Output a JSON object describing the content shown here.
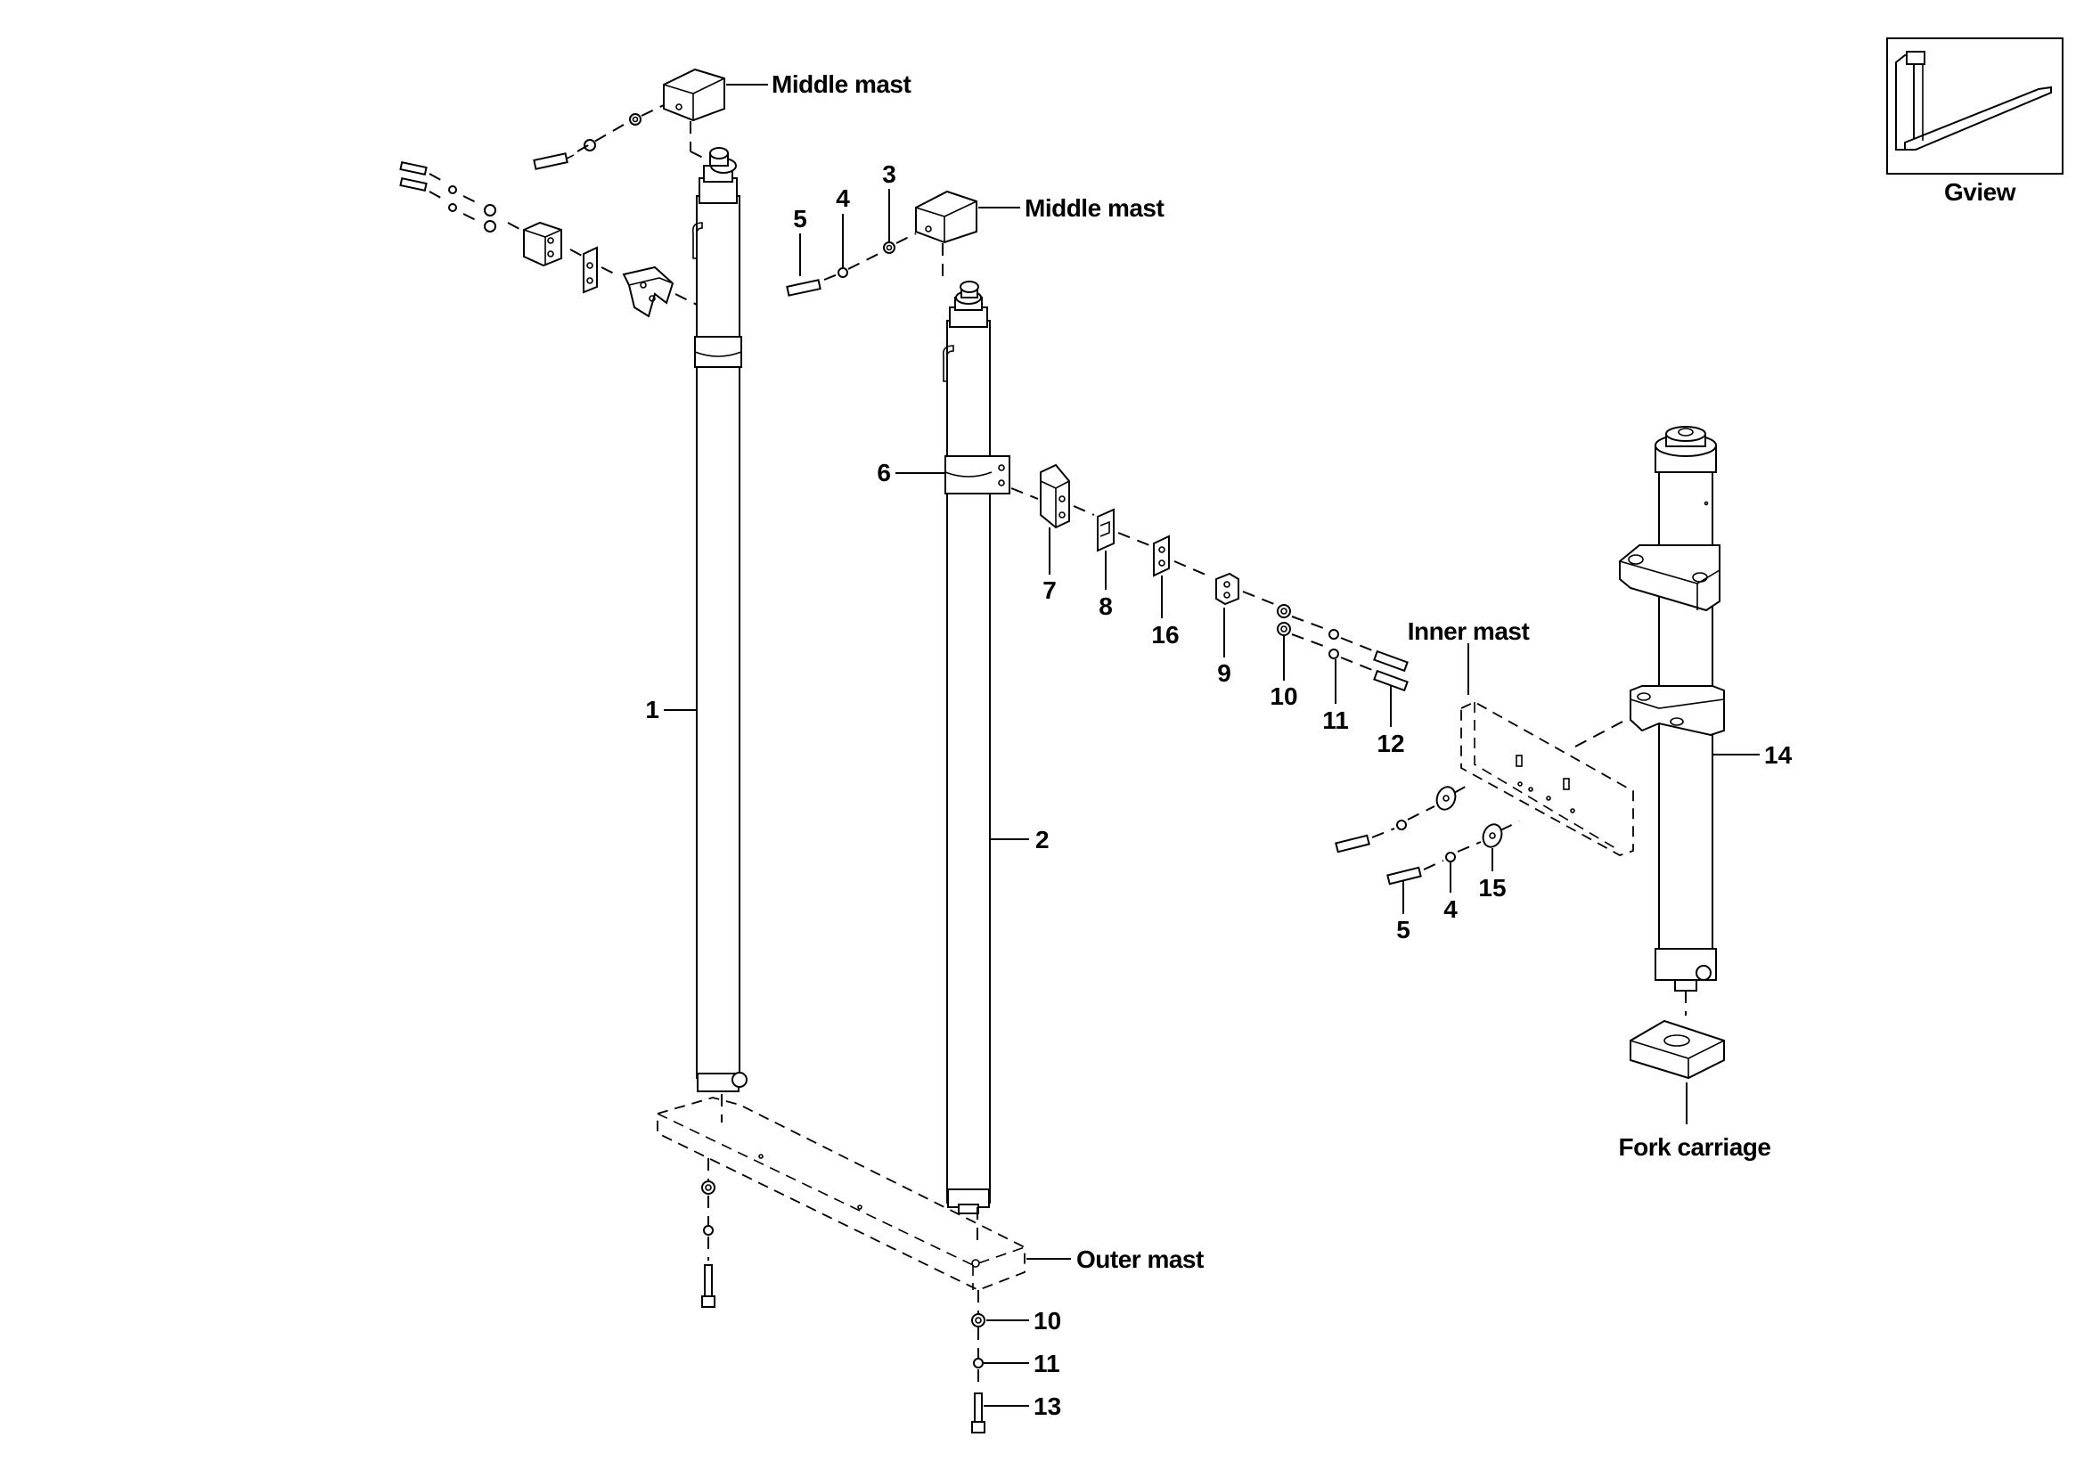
{
  "labels": {
    "middle_mast_1": "Middle mast",
    "middle_mast_2": "Middle mast",
    "inner_mast": "Inner mast",
    "outer_mast": "Outer mast",
    "fork_carriage": "Fork carriage",
    "gview": "Gview"
  },
  "callouts": {
    "c1": "1",
    "c2": "2",
    "c3": "3",
    "c4a": "4",
    "c5a": "5",
    "c6": "6",
    "c7": "7",
    "c8": "8",
    "c9": "9",
    "c10a": "10",
    "c11a": "11",
    "c12": "12",
    "c14": "14",
    "c15": "15",
    "c5b": "5",
    "c4b": "4",
    "c10b": "10",
    "c11b": "11",
    "c13": "13",
    "c16": "16"
  }
}
